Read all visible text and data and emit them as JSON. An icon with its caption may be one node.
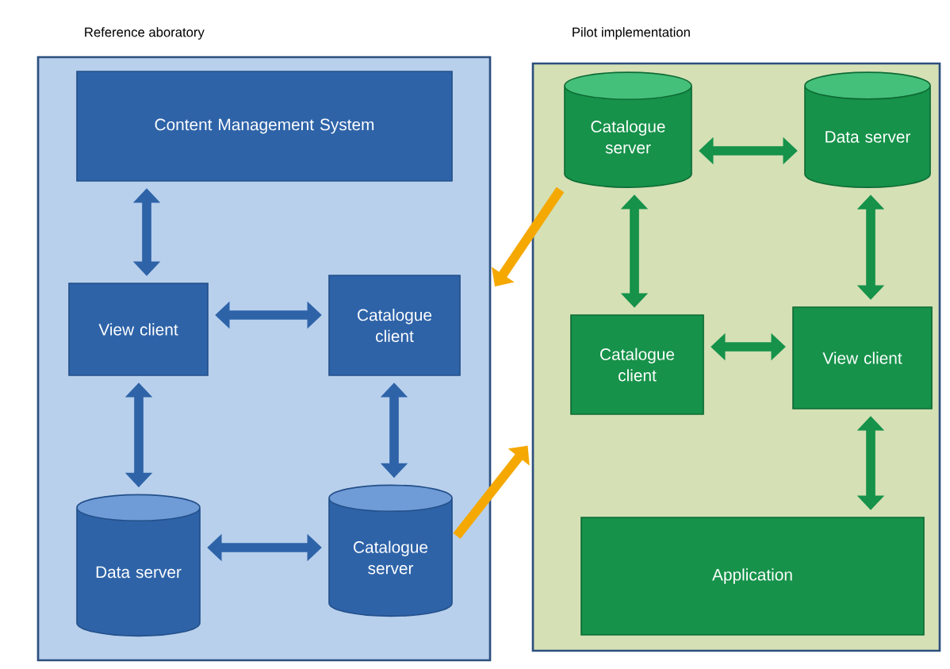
{
  "diagram": {
    "nodes": [
      {
        "text": [
          "Reference aboratory"
        ]
      },
      {
        "text": [
          "Content Management System"
        ],
        "in": 0
      },
      {
        "text": [
          "View client"
        ],
        "in": 0
      },
      {
        "text": [
          "Catalogue client"
        ],
        "in": 0
      },
      {
        "text": [
          "Data server"
        ],
        "in": 0
      },
      {
        "text": [
          "Catalogue server"
        ],
        "in": 0
      },
      {
        "text": [
          "Pilot implementation"
        ]
      },
      {
        "text": [
          "Catalogue server"
        ],
        "in": 6
      },
      {
        "text": [
          "Data server"
        ],
        "in": 6
      },
      {
        "text": [
          "Catalogue client"
        ],
        "in": 6
      },
      {
        "text": [
          "View client"
        ],
        "in": 6
      },
      {
        "text": [
          "Application"
        ],
        "in": 6
      }
    ],
    "edges": [
      {
        "from": 1,
        "to": 2,
        "arrow": "both",
        "color": "#2e63a8"
      },
      {
        "from": 2,
        "to": 3,
        "arrow": "both",
        "color": "#2e63a8"
      },
      {
        "from": 2,
        "to": 4,
        "arrow": "both",
        "color": "#2e63a8"
      },
      {
        "from": 3,
        "to": 5,
        "arrow": "both",
        "color": "#2e63a8"
      },
      {
        "from": 4,
        "to": 5,
        "arrow": "both",
        "color": "#2e63a8"
      },
      {
        "from": 7,
        "to": 8,
        "arrow": "both",
        "color": "#16924a"
      },
      {
        "from": 7,
        "to": 9,
        "arrow": "both",
        "color": "#16924a"
      },
      {
        "from": 8,
        "to": 10,
        "arrow": "both",
        "color": "#16924a"
      },
      {
        "from": 9,
        "to": 10,
        "arrow": "both",
        "color": "#16924a"
      },
      {
        "from": 10,
        "to": 11,
        "arrow": "both",
        "color": "#16924a"
      },
      {
        "from": 7,
        "to": 0,
        "arrow": "to",
        "color": "#f5a800"
      },
      {
        "from": 5,
        "to": 6,
        "arrow": "to",
        "color": "#f5a800"
      }
    ]
  }
}
